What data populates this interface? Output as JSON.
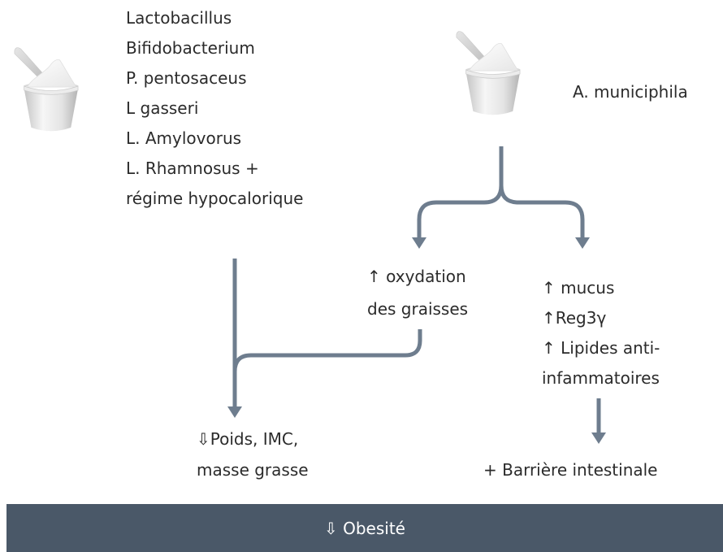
{
  "left_group": {
    "items": [
      "Lactobacillus",
      "Bifidobacterium",
      "P. pentosaceus",
      "L gasseri",
      "L. Amylovorus",
      "L. Rhamnosus +",
      "régime hypocalorique"
    ]
  },
  "right_group": {
    "label": "A. municiphila"
  },
  "oxidation": {
    "lines": [
      "↑ oxydation",
      "des graisses"
    ]
  },
  "mucus": {
    "lines": [
      "↑ mucus",
      "↑Reg3γ",
      "↑ Lipides anti-",
      "infammatoires"
    ]
  },
  "weight": {
    "lines": [
      "⇩Poids, IMC,",
      "masse grasse"
    ]
  },
  "barrier": {
    "label": "+ Barrière intestinale"
  },
  "outcome": {
    "label": "⇩ Obesité"
  },
  "icons": {
    "probiotic": "yogurt-cup-icon"
  },
  "colors": {
    "arrow": "#6e7d8e",
    "banner": "#4a5868",
    "text": "#2b2b2b"
  }
}
